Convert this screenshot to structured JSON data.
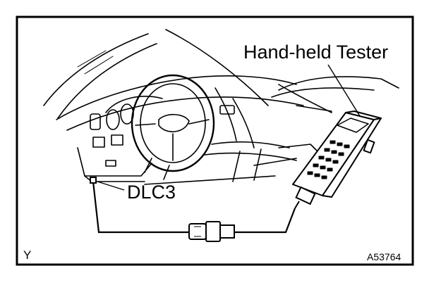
{
  "figure": {
    "labels": {
      "tester": "Hand-held Tester",
      "connector": "DLC3",
      "corner_mark": "Y",
      "figure_code": "A53764"
    },
    "colors": {
      "ink": "#000000",
      "paper": "#ffffff"
    }
  }
}
